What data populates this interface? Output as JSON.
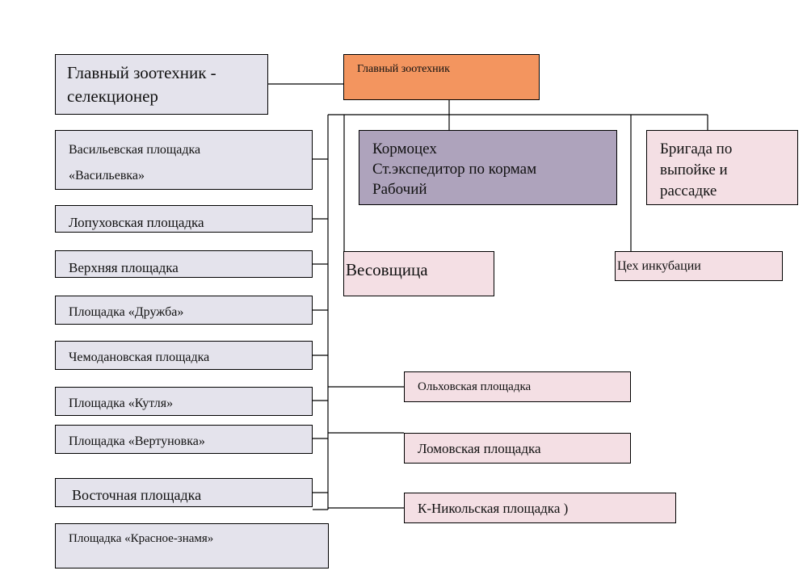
{
  "chief": "Главный зоотехник",
  "selection": "Главный зоотехник -\nселекционер",
  "feed": "Кормоцех\nСт.экспедитор по кормам\nРабочий",
  "brigade": "Бригада по\nвыпойке и\nрассадке",
  "weigher": "Весовщица",
  "incubation": "Цех инкубации",
  "sites_left": [
    "Васильевская площадка\n«Васильевка»",
    "Лопуховская площадка",
    "Верхняя площадка",
    "Площадка «Дружба»",
    "Чемодановская площадка",
    "Площадка «Кутля»",
    "Площадка «Вертуновка»",
    "Восточная площадка",
    "Площадка «Красное-знамя»"
  ],
  "sites_right": [
    "Ольховская площадка",
    "Ломовская площадка",
    "К-Никольская площадка )"
  ],
  "colors": {
    "gray": "#e4e3ec",
    "pink": "#f4dfe4",
    "orange": "#f3955f",
    "purple": "#aea3bc"
  }
}
